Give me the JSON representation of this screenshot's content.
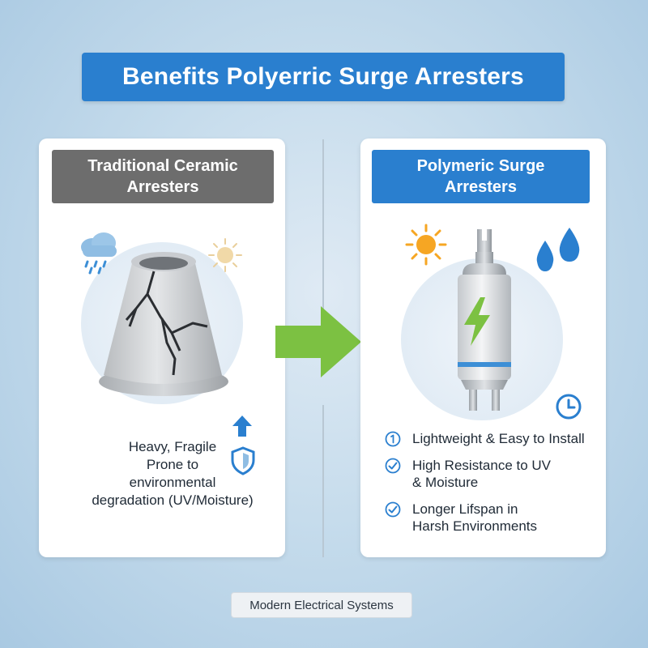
{
  "title": "Benefits Polyerric Surge Arresters",
  "left_panel": {
    "header": "Traditional Ceramic Arresters",
    "description_lines": [
      "Heavy, Fragile",
      "Prone to",
      "environmental",
      "degradation (UV/Moisture)"
    ],
    "icons": [
      "rain-cloud-icon",
      "sun-icon",
      "cracked-ceramic-insulator",
      "up-arrow-icon",
      "shield-icon"
    ]
  },
  "right_panel": {
    "header": "Polymeric Surge Arresters",
    "benefits": [
      {
        "icon": "number-one-icon",
        "text_lines": [
          "Lightweight & Easy to Install"
        ]
      },
      {
        "icon": "check-icon",
        "text_lines": [
          "High Resistance to UV",
          "& Moisture"
        ]
      },
      {
        "icon": "check-icon",
        "text_lines": [
          "Longer Lifspan in",
          "Harsh Environments"
        ]
      }
    ],
    "icons": [
      "sun-icon",
      "water-drops-icon",
      "polymeric-arrester",
      "lightning-bolt-icon",
      "clock-icon"
    ]
  },
  "footer": "Modern Electrical Systems",
  "colors": {
    "accent_blue": "#2a7fcf",
    "ceramic_header_gray": "#6d6d6d",
    "arrow_green": "#7cc142",
    "sun_orange": "#f6a623",
    "bolt_green": "#7cc142"
  }
}
